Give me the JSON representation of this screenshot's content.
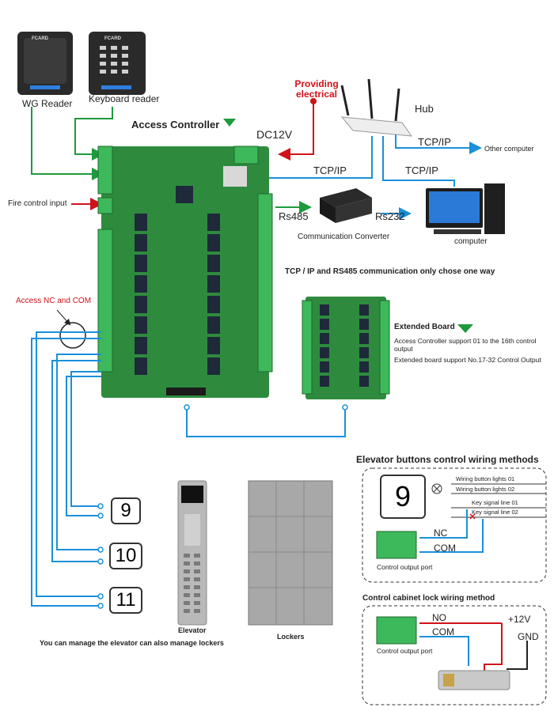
{
  "readers": {
    "wg_brand": "FCARD",
    "wg_label": "WG Reader",
    "kb_brand": "FCARD",
    "kb_label": "Keyboard reader"
  },
  "controller": {
    "title": "Access Controller",
    "dc": "DC12V",
    "fire": "Fire control input",
    "access_nc": "Access NC and COM"
  },
  "power": {
    "label": "Providing electrical"
  },
  "network": {
    "hub": "Hub",
    "tcpip_other": "TCP/IP",
    "other_computer": "Other computer",
    "tcpip_ctrl": "TCP/IP",
    "tcpip_pc": "TCP/IP",
    "computer": "computer",
    "rs485": "Rs485",
    "rs232": "Rs232",
    "converter": "Communication Converter",
    "one_way_note": "TCP / IP and RS485 communication only chose one way"
  },
  "extended": {
    "title": "Extended Board",
    "line1": "Access Controller support 01 to the 16th control output",
    "line2": "Extended board support No.17-32 Control Output"
  },
  "floors": [
    "9",
    "10",
    "11"
  ],
  "elevator_label": "Elevator",
  "lockers_label": "Lockers",
  "bottom_note": "You can manage the elevator can also manage lockers",
  "elevator_wiring": {
    "title": "Elevator buttons control wiring methods",
    "button": "9",
    "lights1": "Wiring button lights 01",
    "lights2": "Wiring button lights 02",
    "key1": "Key signal line 01",
    "key2": "Key signal line 02",
    "nc": "NC",
    "com": "COM",
    "port": "Control output port"
  },
  "lock_wiring": {
    "title": "Control cabinet lock wiring method",
    "no": "NO",
    "com": "COM",
    "v12": "+12V",
    "gnd": "GND",
    "port": "Control output port"
  },
  "colors": {
    "blue": "#1a90d9",
    "green": "#1e9a3c",
    "red": "#d0121b",
    "pcb": "#2e8b3e"
  }
}
